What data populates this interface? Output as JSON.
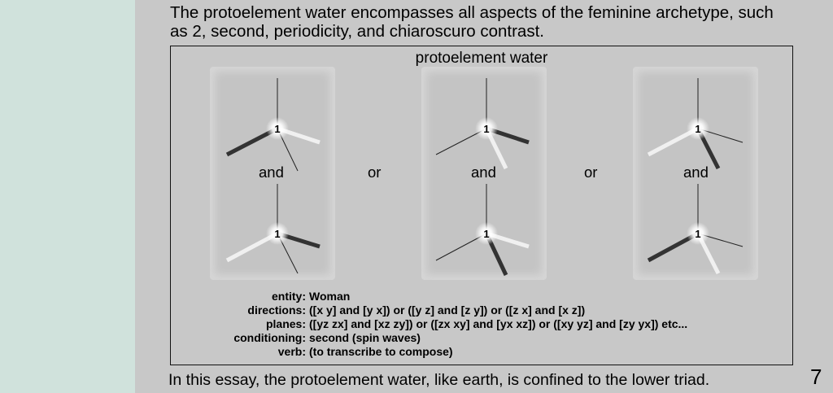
{
  "intro_text": "The protoelement water encompasses all aspects of the feminine archetype, such as 2, second, periodicity, and chiaroscuro contrast.",
  "diagram": {
    "title": "protoelement water",
    "node_label": "1",
    "connectors": {
      "and_1": "and",
      "or_1": "or",
      "and_2": "and",
      "or_2": "or",
      "and_3": "and"
    }
  },
  "table": {
    "entity": {
      "label": "entity:",
      "value": "Woman"
    },
    "directions": {
      "label": "directions:",
      "value": "([x y] and [y x]) or ([y z] and [z y]) or ([z x] and [x z])"
    },
    "planes": {
      "label": "planes:",
      "value": "([yz zx] and [xz zy]) or ([zx xy] and [yx xz]) or ([xy yz] and [zy yx]) etc..."
    },
    "conditioning": {
      "label": "conditioning:",
      "value": "second (spin waves)"
    },
    "verb": {
      "label": "verb:",
      "value": "(to transcribe to compose)"
    }
  },
  "outro_text": "In this essay, the protoelement water, like earth, is confined to the lower triad.",
  "page_number": "7"
}
